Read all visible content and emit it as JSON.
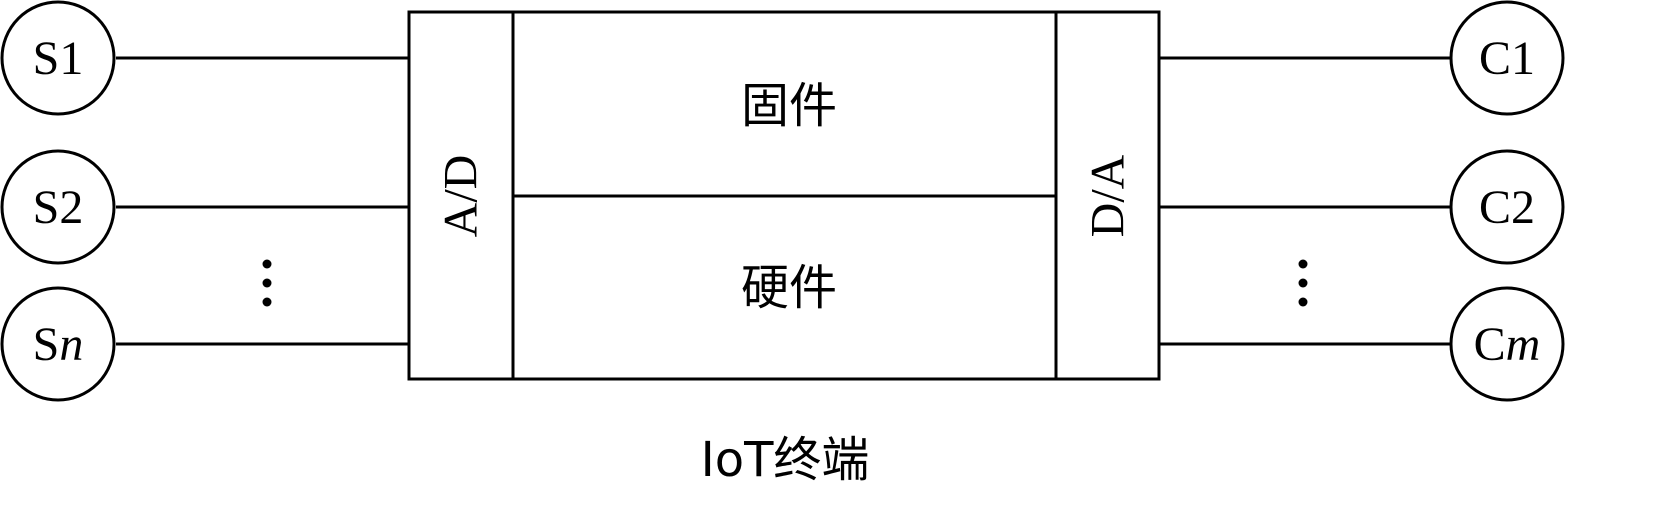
{
  "sensors": [
    {
      "prefix": "S",
      "suffix": "1",
      "suffix_italic": false
    },
    {
      "prefix": "S",
      "suffix": "2",
      "suffix_italic": false
    },
    {
      "prefix": "S",
      "suffix": "n",
      "suffix_italic": true
    }
  ],
  "controllers": [
    {
      "prefix": "C",
      "suffix": "1",
      "suffix_italic": false
    },
    {
      "prefix": "C",
      "suffix": "2",
      "suffix_italic": false
    },
    {
      "prefix": "C",
      "suffix": "m",
      "suffix_italic": true
    }
  ],
  "terminal": {
    "ad_label": "A/D",
    "da_label": "D/A",
    "firmware_label": "固件",
    "hardware_label": "硬件",
    "caption": "IoT终端"
  },
  "colors": {
    "stroke": "#000000",
    "background": "#ffffff"
  }
}
